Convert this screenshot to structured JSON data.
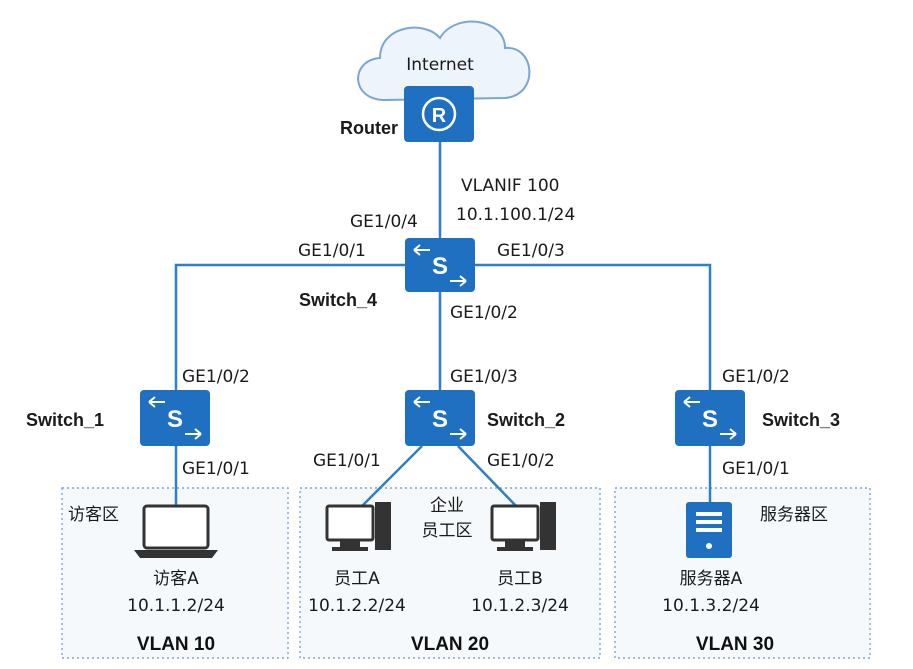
{
  "internet": "Internet",
  "router": {
    "name": "Router",
    "port": "GE1/0/4",
    "vlanif": "VLANIF 100",
    "ip": "10.1.100.1/24"
  },
  "switch_4": {
    "name": "Switch_4",
    "p1": "GE1/0/1",
    "p2": "GE1/0/2",
    "p3": "GE1/0/3"
  },
  "switch_1": {
    "name": "Switch_1",
    "up": "GE1/0/2",
    "down": "GE1/0/1"
  },
  "switch_2": {
    "name": "Switch_2",
    "up": "GE1/0/3",
    "left": "GE1/0/1",
    "right": "GE1/0/2"
  },
  "switch_3": {
    "name": "Switch_3",
    "up": "GE1/0/2",
    "down": "GE1/0/1"
  },
  "zone_guest": {
    "title": "访客区",
    "host": "访客A",
    "ip": "10.1.1.2/24",
    "vlan": "VLAN 10"
  },
  "zone_staff": {
    "title_line1": "企业",
    "title_line2": "员工区",
    "host_a": "员工A",
    "ip_a": "10.1.2.2/24",
    "host_b": "员工B",
    "ip_b": "10.1.2.3/24",
    "vlan": "VLAN 20"
  },
  "zone_server": {
    "title": "服务器区",
    "host": "服务器A",
    "ip": "10.1.3.2/24",
    "vlan": "VLAN 30"
  },
  "colors": {
    "device": "#1f70c1",
    "link": "#2f7ec8",
    "zone_border": "#7aa6d6"
  }
}
